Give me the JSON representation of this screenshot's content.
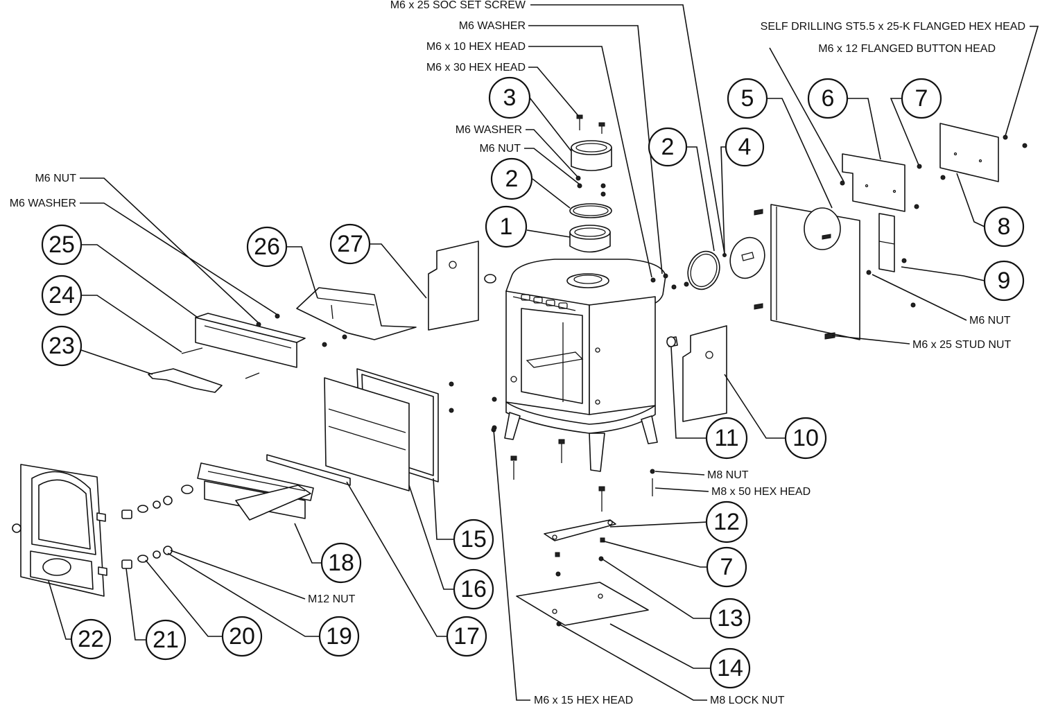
{
  "callouts": [
    {
      "id": "c1",
      "number": "1"
    },
    {
      "id": "c2a",
      "number": "2"
    },
    {
      "id": "c2b",
      "number": "2"
    },
    {
      "id": "c3",
      "number": "3"
    },
    {
      "id": "c4",
      "number": "4"
    },
    {
      "id": "c5",
      "number": "5"
    },
    {
      "id": "c6",
      "number": "6"
    },
    {
      "id": "c7a",
      "number": "7"
    },
    {
      "id": "c7b",
      "number": "7"
    },
    {
      "id": "c8",
      "number": "8"
    },
    {
      "id": "c9",
      "number": "9"
    },
    {
      "id": "c10",
      "number": "10"
    },
    {
      "id": "c11",
      "number": "11"
    },
    {
      "id": "c12",
      "number": "12"
    },
    {
      "id": "c13",
      "number": "13"
    },
    {
      "id": "c14",
      "number": "14"
    },
    {
      "id": "c15",
      "number": "15"
    },
    {
      "id": "c16",
      "number": "16"
    },
    {
      "id": "c17",
      "number": "17"
    },
    {
      "id": "c18",
      "number": "18"
    },
    {
      "id": "c19",
      "number": "19"
    },
    {
      "id": "c20",
      "number": "20"
    },
    {
      "id": "c21",
      "number": "21"
    },
    {
      "id": "c22",
      "number": "22"
    },
    {
      "id": "c23",
      "number": "23"
    },
    {
      "id": "c24",
      "number": "24"
    },
    {
      "id": "c25",
      "number": "25"
    },
    {
      "id": "c26",
      "number": "26"
    },
    {
      "id": "c27",
      "number": "27"
    }
  ],
  "hardware_labels": [
    {
      "id": "h-soc-set-screw",
      "text": "M6 x 25 SOC SET SCREW"
    },
    {
      "id": "h-washer-top",
      "text": "M6 WASHER"
    },
    {
      "id": "h-hex10",
      "text": "M6 x 10 HEX  HEAD"
    },
    {
      "id": "h-hex30",
      "text": "M6 x 30 HEX HEAD"
    },
    {
      "id": "h-washer-mid",
      "text": "M6 WASHER"
    },
    {
      "id": "h-nut-mid",
      "text": "M6 NUT"
    },
    {
      "id": "h-self-drilling",
      "text": "SELF DRILLING ST5.5 x 25-K FLANGED HEX HEAD"
    },
    {
      "id": "h-flanged-button",
      "text": "M6 x 12 FLANGED BUTTON HEAD"
    },
    {
      "id": "h-nut-left",
      "text": "M6 NUT"
    },
    {
      "id": "h-washer-left",
      "text": "M6 WASHER"
    },
    {
      "id": "h-nut-right",
      "text": "M6 NUT"
    },
    {
      "id": "h-stud-nut",
      "text": "M6 x 25 STUD NUT"
    },
    {
      "id": "h-m8-nut",
      "text": "M8 NUT"
    },
    {
      "id": "h-m8-hex50",
      "text": "M8 x 50 HEX HEAD"
    },
    {
      "id": "h-m12-nut",
      "text": "M12  NUT"
    },
    {
      "id": "h-hex15",
      "text": "M6 x 15 HEX HEAD"
    },
    {
      "id": "h-m8-lock",
      "text": "M8 LOCK NUT"
    }
  ]
}
